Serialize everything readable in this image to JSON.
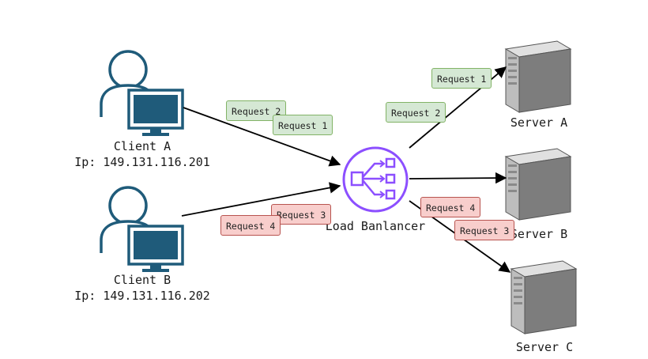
{
  "clients": [
    {
      "name": "Client A",
      "ip": "Ip: 149.131.116.201"
    },
    {
      "name": "Client B",
      "ip": "Ip: 149.131.116.202"
    }
  ],
  "load_balancer": {
    "label": "Load Banlancer"
  },
  "servers": [
    {
      "name": "Server A"
    },
    {
      "name": "Server B"
    },
    {
      "name": "Server C"
    }
  ],
  "requests": {
    "client_a_request_2": "Request 2",
    "client_a_request_1": "Request 1",
    "client_b_request_3": "Request 3",
    "client_b_request_4": "Request 4",
    "server_a_request_1": "Request 1",
    "server_a_request_2": "Request 2",
    "server_bc_request_4": "Request 4",
    "server_bc_request_3": "Request 3"
  },
  "colors": {
    "client_icon": "#1f5b7a",
    "load_balancer": "#8c4fff",
    "green_fill": "#d5e8d4",
    "green_border": "#82b366",
    "red_fill": "#f8cecc",
    "red_border": "#b85450",
    "server_front": "#bdbdbd",
    "server_side": "#7d7d7d",
    "arrow": "#000000"
  }
}
